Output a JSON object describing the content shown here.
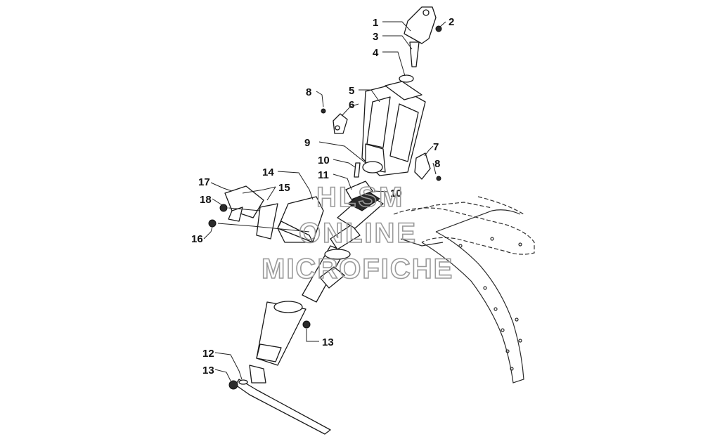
{
  "watermark": {
    "line1": "HLSM",
    "line2": "ONLINE",
    "line3": "MICROFICHE"
  },
  "callouts": [
    {
      "id": "c1",
      "text": "1"
    },
    {
      "id": "c2",
      "text": "2"
    },
    {
      "id": "c3",
      "text": "3"
    },
    {
      "id": "c4",
      "text": "4"
    },
    {
      "id": "c5",
      "text": "5"
    },
    {
      "id": "c6",
      "text": "6"
    },
    {
      "id": "c7",
      "text": "7"
    },
    {
      "id": "c8a",
      "text": "8"
    },
    {
      "id": "c8b",
      "text": "8"
    },
    {
      "id": "c9",
      "text": "9"
    },
    {
      "id": "c10a",
      "text": "10"
    },
    {
      "id": "c10b",
      "text": "10"
    },
    {
      "id": "c11",
      "text": "11"
    },
    {
      "id": "c12",
      "text": "12"
    },
    {
      "id": "c13a",
      "text": "13"
    },
    {
      "id": "c13b",
      "text": "13"
    },
    {
      "id": "c14",
      "text": "14"
    },
    {
      "id": "c15",
      "text": "15"
    },
    {
      "id": "c16",
      "text": "16"
    },
    {
      "id": "c17",
      "text": "17"
    },
    {
      "id": "c18",
      "text": "18"
    }
  ]
}
